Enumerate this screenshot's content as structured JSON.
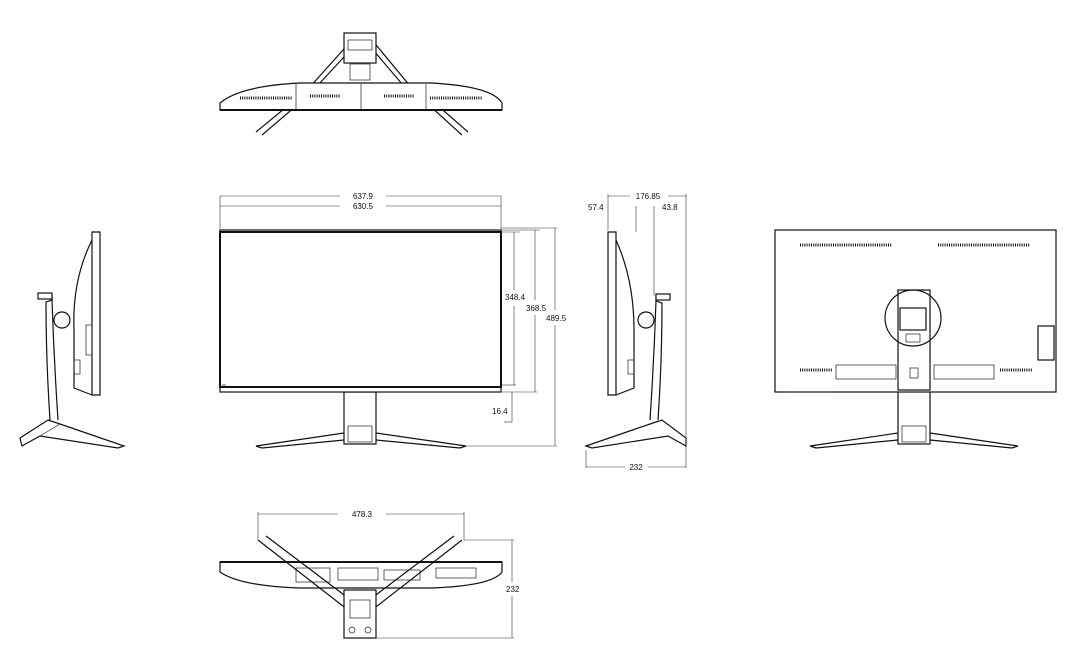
{
  "dimensions": {
    "front_total_width": "637.9",
    "front_screen_width": "630.5",
    "screen_height": "348.4",
    "panel_height": "368.5",
    "total_height": "489.5",
    "bottom_bezel": "16.4",
    "side_total_depth": "176.85",
    "side_depth_a": "57.4",
    "side_depth_b": "43.8",
    "side_base_depth": "232",
    "bottom_stand_width": "478.3",
    "bottom_stand_depth": "232"
  }
}
